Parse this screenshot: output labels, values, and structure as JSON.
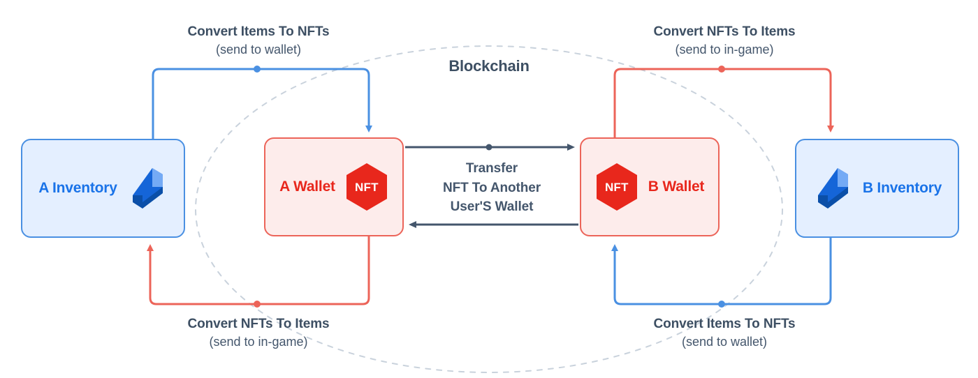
{
  "diagram": {
    "title": "Blockchain",
    "nodes": {
      "a_inventory": {
        "label": "A Inventory",
        "icon": "bolt-icon"
      },
      "a_wallet": {
        "label": "A Wallet",
        "icon": "nft-hexagon-icon",
        "badge": "NFT"
      },
      "b_wallet": {
        "label": "B Wallet",
        "icon": "nft-hexagon-icon",
        "badge": "NFT"
      },
      "b_inventory": {
        "label": "B Inventory",
        "icon": "bolt-icon"
      }
    },
    "flows": {
      "top_left": {
        "main": "Convert Items To NFTs",
        "sub": "(send to wallet)"
      },
      "top_right": {
        "main": "Convert NFTs To Items",
        "sub": "(send to in-game)"
      },
      "bottom_left": {
        "main": "Convert NFTs To Items",
        "sub": "(send to in-game)"
      },
      "bottom_right": {
        "main": "Convert Items To NFTs",
        "sub": "(send to wallet)"
      }
    },
    "transfer": {
      "line1": "Transfer",
      "line2": "NFT To Another",
      "line3": "User'S Wallet"
    },
    "colors": {
      "blue_line": "#4a90e2",
      "red_line": "#ec6459",
      "transfer_arrow": "#44566c",
      "nft_red": "#e8271c",
      "inventory_fill": "#e4efff",
      "wallet_fill": "#fdeceb",
      "dashed_ellipse": "#c9d2dc",
      "text_dark": "#3d4f63"
    }
  }
}
